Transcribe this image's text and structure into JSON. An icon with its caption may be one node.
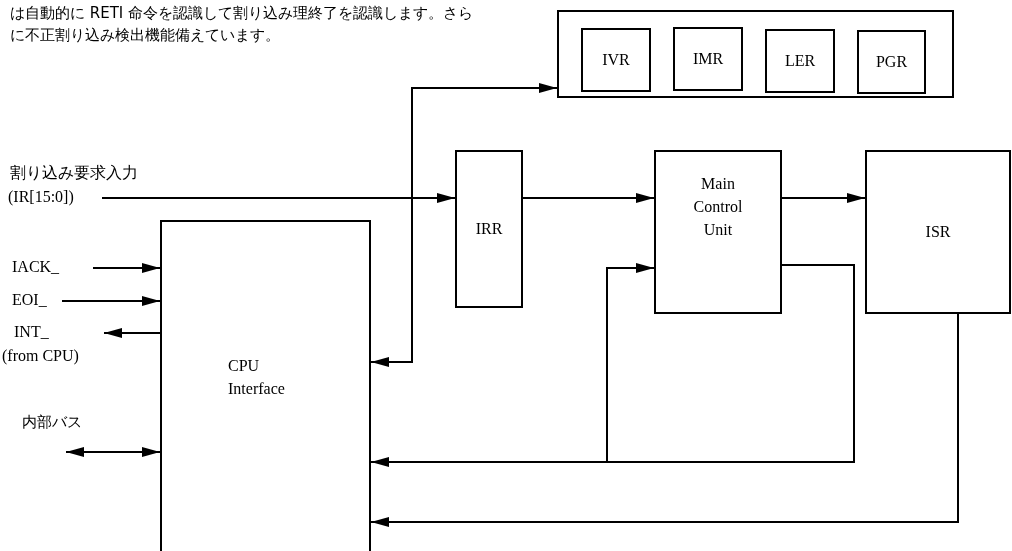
{
  "diagram": {
    "nodes": [
      {
        "text": [],
        "shape": "box"
      },
      {
        "text": [
          "IVR"
        ],
        "in": 0
      },
      {
        "text": [
          "IMR"
        ],
        "in": 0
      },
      {
        "text": [
          "LER"
        ],
        "in": 0
      },
      {
        "text": [
          "PGR"
        ],
        "in": 0
      },
      {
        "text": [
          "割り込み要求入力",
          "(IR[15:0])"
        ]
      },
      {
        "text": [
          "IRR"
        ]
      },
      {
        "text": [
          "Main Control Unit"
        ]
      },
      {
        "text": [
          "ISR"
        ]
      },
      {
        "text": [
          "CPU Interface"
        ]
      },
      {
        "text": [
          "IACK_"
        ]
      },
      {
        "text": [
          "EOI_"
        ]
      },
      {
        "text": [
          "INT_",
          "(from CPU)"
        ]
      }
    ],
    "edges": [
      {
        "from": 9,
        "to": 0,
        "arrow": "both"
      },
      {
        "from": 5,
        "to": 6,
        "arrow": "to"
      },
      {
        "from": 6,
        "to": 7,
        "arrow": "to"
      },
      {
        "from": 7,
        "to": 8,
        "arrow": "to"
      },
      {
        "from": 10,
        "to": 9,
        "arrow": "to"
      },
      {
        "from": 11,
        "to": 9,
        "arrow": "to"
      },
      {
        "from": 9,
        "to": 12,
        "arrow": "to"
      },
      {
        "from": null,
        "to": 9,
        "arrow": "both"
      },
      {
        "from": 7,
        "to": 9,
        "arrow": "to"
      },
      {
        "from": 7,
        "to": 7,
        "arrow": "to"
      },
      {
        "from": 8,
        "to": 9,
        "arrow": "to"
      }
    ],
    "labels": [
      "は自動的に RETI 命令を認識して割り込み理終了を認識します。さらに不正割り込み検出機能備えています。",
      "内部バス"
    ]
  }
}
